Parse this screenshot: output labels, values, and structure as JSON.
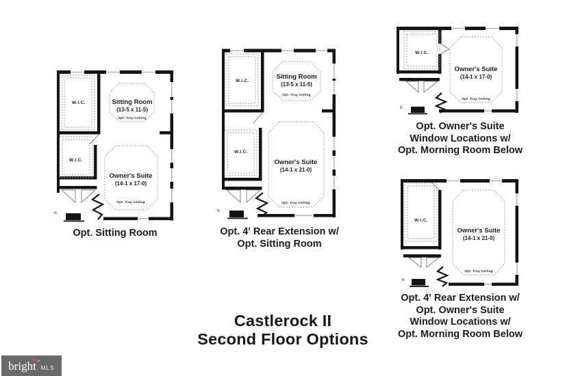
{
  "sheet": {
    "title_line1": "Castlerock II",
    "title_line2": "Second Floor Options"
  },
  "logo": {
    "brand": "bright",
    "tm": "™",
    "suffix": "MLS",
    "bg_color": "#6a6a6a",
    "accent_color": "#e2603c"
  },
  "colors": {
    "wall": "#141414",
    "dashed_outline": "#9e9e9e",
    "window": "#b9b9b9",
    "text": "#1c1c1c"
  },
  "plans": [
    {
      "id": "plan-opt-sitting-room",
      "caption": [
        "Opt. Sitting Room"
      ],
      "wic_upper": "W.I.C.",
      "wic_lower": "W.I.C.",
      "sitting_room": {
        "name": "Sitting Room",
        "dims": "(13-5 x 11-5)",
        "ceiling": "Opt. Tray Ceiling"
      },
      "owners_suite": {
        "name": "Owner's Suite",
        "dims": "(14-1 x 17-0)",
        "ceiling": "Opt. Tray Ceiling"
      },
      "north_mark": "N"
    },
    {
      "id": "plan-rear-extension-sitting-room",
      "caption": [
        "Opt. 4' Rear Extension w/",
        "Opt. Sitting Room"
      ],
      "wic_upper": "W.I.C.",
      "wic_lower": "W.I.C.",
      "sitting_room": {
        "name": "Sitting Room",
        "dims": "(13-5 x 11-5)",
        "ceiling": "Opt. Tray Ceiling"
      },
      "owners_suite": {
        "name": "Owner's Suite",
        "dims": "(14-1 x 21-0)",
        "ceiling": "Opt. Tray Ceiling"
      },
      "north_mark": "N"
    },
    {
      "id": "plan-window-locations",
      "caption": [
        "Opt. Owner's Suite",
        "Window Locations w/",
        "Opt. Morning Room Below"
      ],
      "wic": "W.I.C.",
      "owners_suite": {
        "name": "Owner's Suite",
        "dims": "(14-1 x 17-0)",
        "ceiling": "Opt. Tray Ceiling"
      },
      "north_mark": "N"
    },
    {
      "id": "plan-rear-extension-window-locations",
      "caption": [
        "Opt. 4' Rear Extension w/",
        "Opt. Owner's Suite",
        "Window Locations w/",
        "Opt. Morning Room Below"
      ],
      "wic": "W.I.C.",
      "owners_suite": {
        "name": "Owner's Suite",
        "dims": "(14-1 x 21-0)",
        "ceiling": "Opt. Tray Ceiling"
      },
      "north_mark": "N"
    }
  ]
}
